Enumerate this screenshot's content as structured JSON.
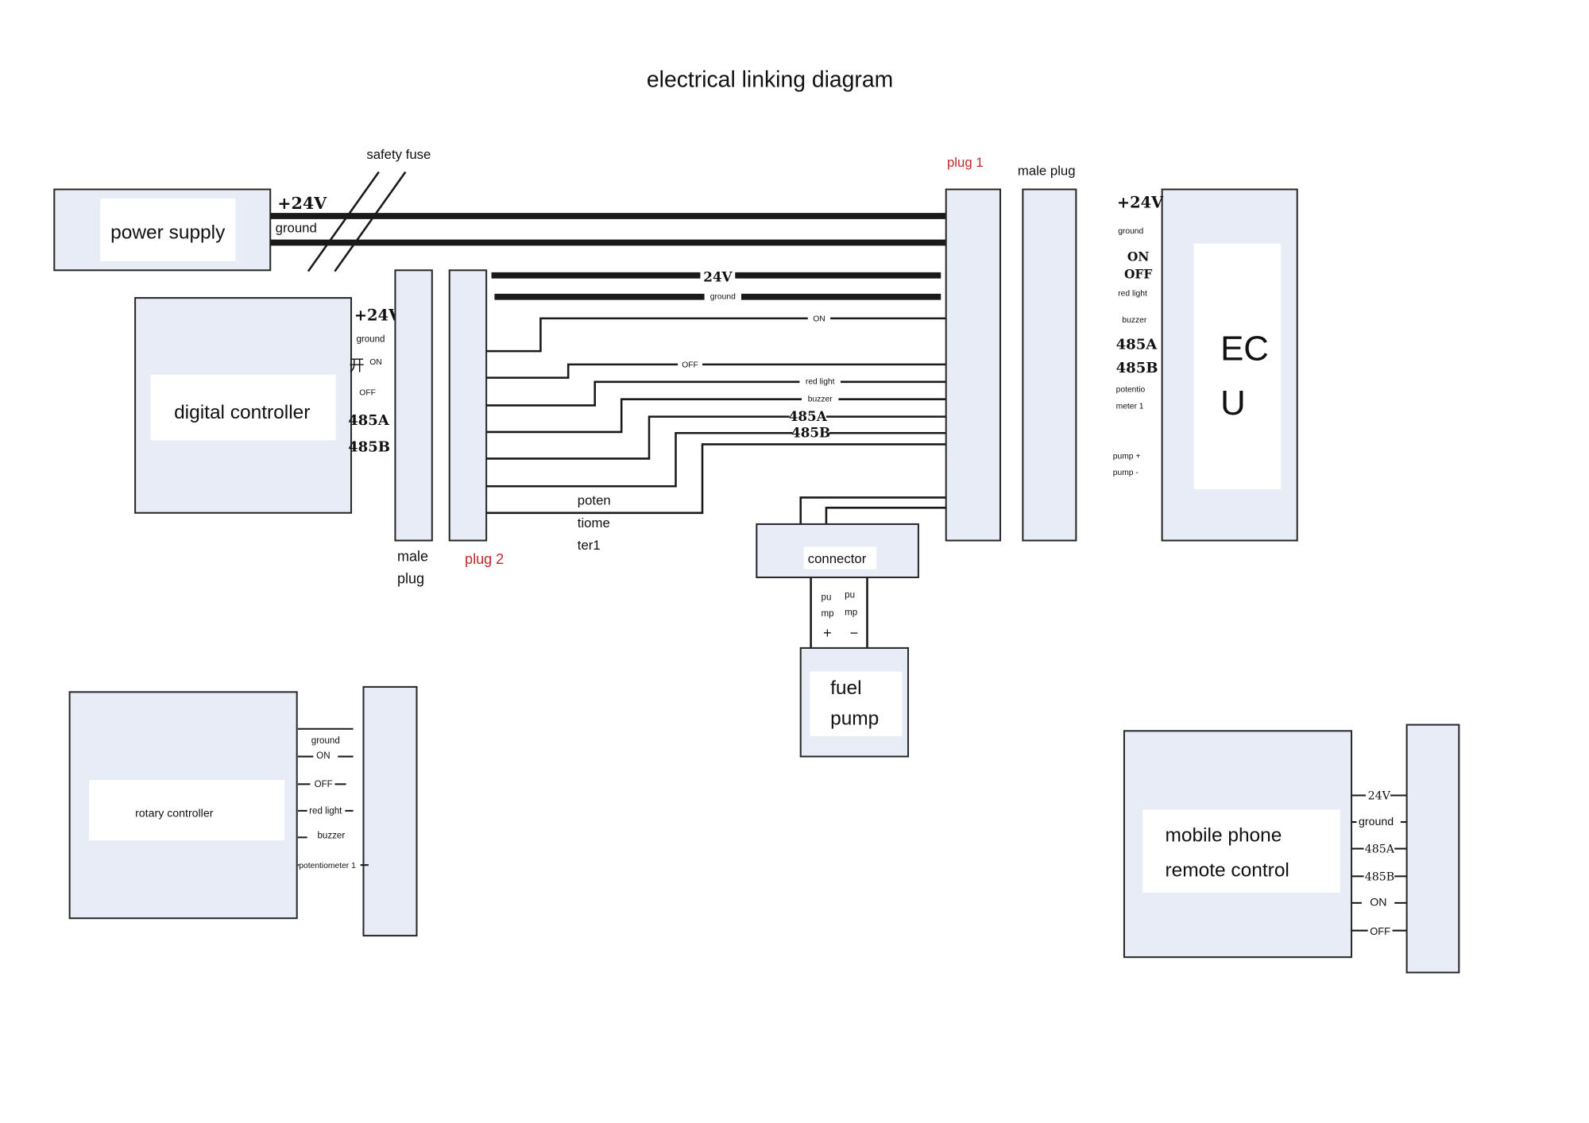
{
  "title": "electrical linking diagram",
  "fuse_label": "safety fuse",
  "power_supply": {
    "label": "power supply",
    "pos_label": "+24V",
    "ground_label": "ground"
  },
  "digital_controller": {
    "label": "digital controller",
    "pins": [
      "+24V",
      "ground",
      "开",
      "ON",
      "OFF",
      "485A",
      "485B"
    ]
  },
  "male_plug_left": {
    "label_line1": "male",
    "label_line2": "plug"
  },
  "plug2": {
    "label": "plug 2"
  },
  "plug1": {
    "label": "plug 1"
  },
  "male_plug_right": {
    "label": "male plug"
  },
  "harness": {
    "bus_24v": "24V",
    "bus_ground": "ground",
    "on": "ON",
    "off": "OFF",
    "red_light": "red light",
    "buzzer": "buzzer",
    "a485": "485A",
    "b485": "485B",
    "pot_line1": "poten",
    "pot_line2": "tiome",
    "pot_line3": "ter1"
  },
  "ecu": {
    "label_line1": "EC",
    "label_line2": "U",
    "pins": [
      "+24V",
      "ground",
      "ON",
      "OFF",
      "red light",
      "buzzer",
      "485A",
      "485B",
      "potentio",
      "meter 1",
      "pump +",
      "pump -"
    ]
  },
  "connector": {
    "label": "connector",
    "pin_left": [
      "pu",
      "mp",
      "+"
    ],
    "pin_right": [
      "pu",
      "mp",
      "−"
    ]
  },
  "fuel_pump": {
    "label_line1": "fuel",
    "label_line2": "pump"
  },
  "rotary_controller": {
    "label": "rotary controller",
    "pins": [
      "ground",
      "ON",
      "OFF",
      "red light",
      "buzzer",
      "potentiometer 1"
    ]
  },
  "mobile_remote": {
    "label_line1": "mobile phone",
    "label_line2": "remote control",
    "pins": [
      "24V",
      "ground",
      "485A",
      "485B",
      "ON",
      "OFF"
    ]
  }
}
